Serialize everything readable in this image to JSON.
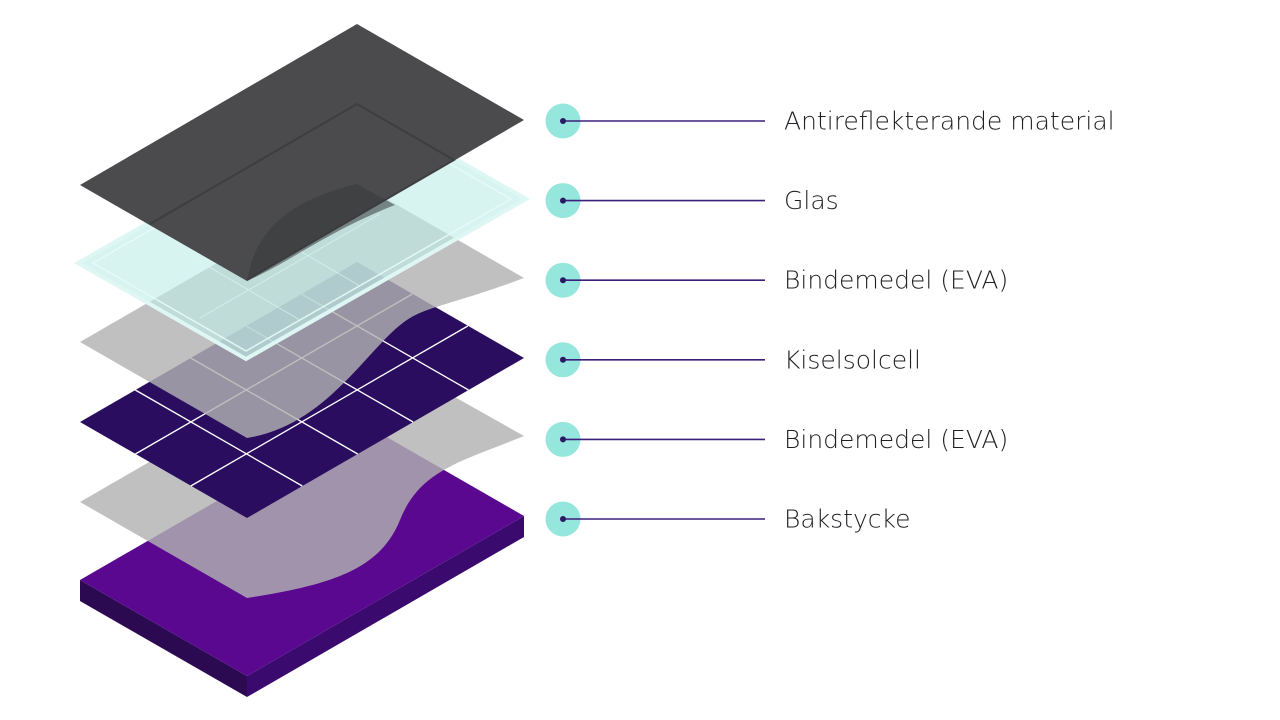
{
  "diagram": {
    "layers": [
      {
        "id": "antireflective",
        "label": "Antireflekterande material"
      },
      {
        "id": "glass",
        "label": "Glas"
      },
      {
        "id": "eva-top",
        "label": "Bindemedel (EVA)"
      },
      {
        "id": "silicon-cell",
        "label": "Kiselsolcell"
      },
      {
        "id": "eva-bottom",
        "label": "Bindemedel (EVA)"
      },
      {
        "id": "backsheet",
        "label": "Bakstycke"
      }
    ],
    "colors": {
      "antireflective": "#4b4b4d",
      "glass": "#bfeee9",
      "eva": "#b2b2b2",
      "cell": "#2a0d5e",
      "backsheet_top": "#5a0890",
      "backsheet_side": "#2b0a52",
      "marker": "#95e6dd",
      "dot": "#2b1a63",
      "leader": "#3c1f7a"
    }
  }
}
